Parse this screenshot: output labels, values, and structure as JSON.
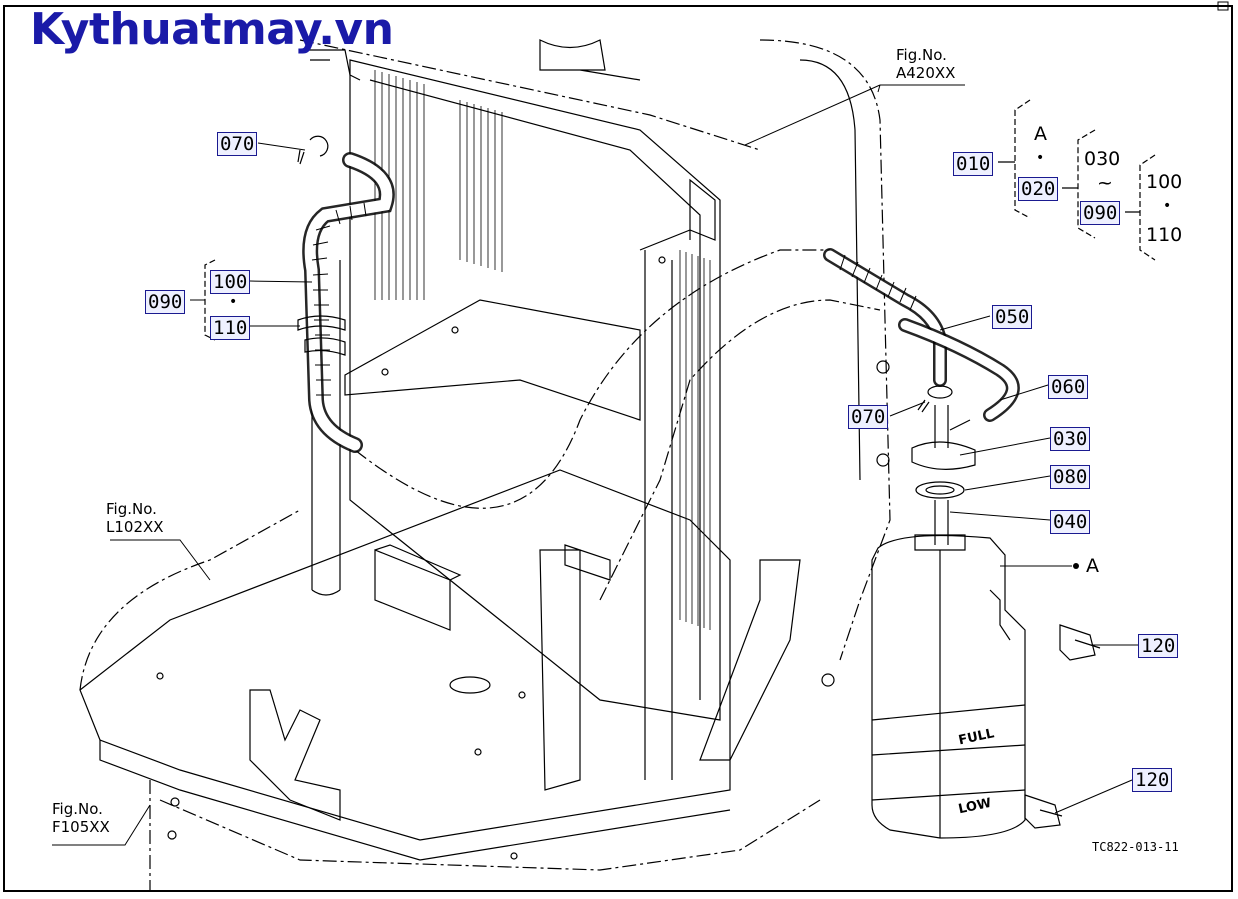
{
  "watermark": "Kythuatmay.vn",
  "figure_code": "TC822-013-11",
  "references": {
    "top_right": {
      "line1": "Fig.No.",
      "line2": "A420XX"
    },
    "left_mid": {
      "line1": "Fig.No.",
      "line2": "L102XX"
    },
    "left_bottom": {
      "line1": "Fig.No.",
      "line2": "F105XX"
    }
  },
  "group_tree": {
    "root": "010",
    "a_label": "A",
    "mid": "020",
    "range_top": "030",
    "range_sep": "~",
    "range_bottom": "090",
    "sub_top": "100",
    "sub_bottom": "110",
    "dot": "•"
  },
  "left_group": {
    "root": "090",
    "top": "100",
    "bottom": "110",
    "dot": "•"
  },
  "callouts": {
    "c070_top": "070",
    "c050": "050",
    "c060": "060",
    "c070_right": "070",
    "c030": "030",
    "c080": "080",
    "c040": "040",
    "a_marker": "A",
    "c120_top": "120",
    "c120_bottom": "120"
  },
  "tank_marks": {
    "full": "FULL",
    "low": "LOW"
  },
  "colors": {
    "line": "#000000",
    "label_border": "#1a1a90",
    "label_fill": "#eef0ff",
    "watermark": "#1a1aa8"
  }
}
